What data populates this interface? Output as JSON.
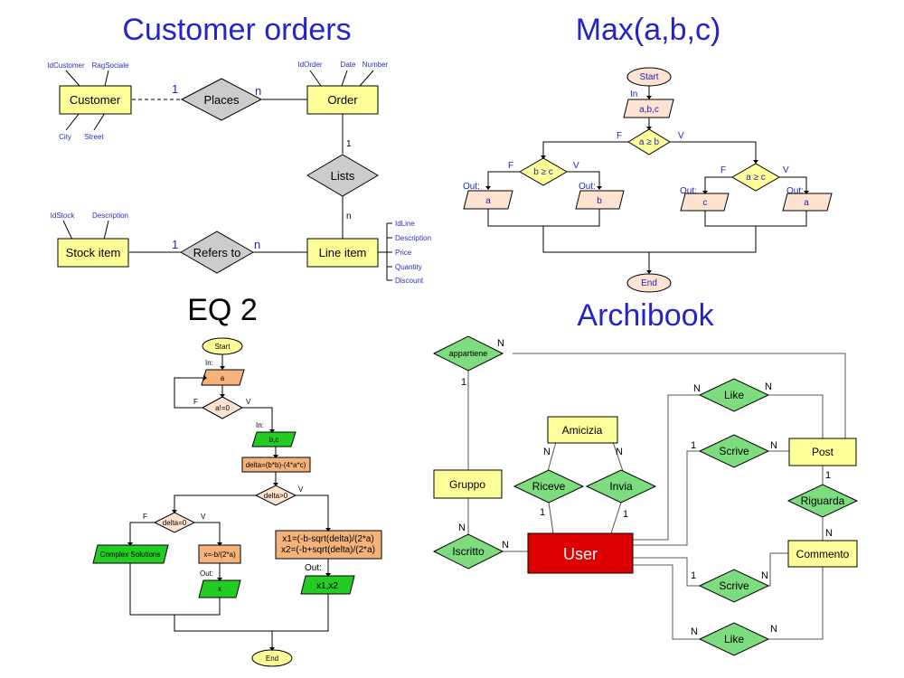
{
  "titles": {
    "customer_orders": "Customer orders",
    "max_abc": "Max(a,b,c)",
    "eq2": "EQ 2",
    "archibook": "Archibook"
  },
  "customer_orders": {
    "entities": {
      "customer": "Customer",
      "order": "Order",
      "stock_item": "Stock item",
      "line_item": "Line item"
    },
    "relations": {
      "places": "Places",
      "lists": "Lists",
      "refers_to": "Refers to"
    },
    "attributes": {
      "customer_top": [
        "IdCustomer",
        "RagSociale"
      ],
      "customer_bottom": [
        "City",
        "Street"
      ],
      "order": [
        "IdOrder",
        "Date",
        "Number"
      ],
      "stock_item": [
        "IdStock",
        "Description"
      ],
      "line_item": [
        "IdLine",
        "Description",
        "Price",
        "Quantity",
        "Discount"
      ]
    },
    "cardinalities": {
      "places_customer": "1",
      "places_order": "n",
      "lists_order": "1",
      "lists_line": "n",
      "refers_stock": "1",
      "refers_line": "n"
    }
  },
  "max_flow": {
    "start": "Start",
    "in_label": "In",
    "input": "a,b,c",
    "cond_main": "a ≥ b",
    "cond_left": "b ≥ c",
    "cond_right": "a ≥ c",
    "false": "F",
    "true": "V",
    "out_label": "Out:",
    "outputs": [
      "a",
      "b",
      "c",
      "a"
    ],
    "end": "End"
  },
  "eq2": {
    "start": "Start",
    "in1": "In:",
    "input_a": "a",
    "cond_a": "a!=0",
    "false": "F",
    "true": "V",
    "in2": "In:",
    "input_bc": "b,c",
    "delta": "delta=(b*b)-(4*a*c)",
    "cond_delta_pos": "delta>0",
    "cond_delta_zero": "delta=0",
    "complex": "Complex Solutions",
    "x_formula": "x=-b/(2*a)",
    "out1": "Out:",
    "x_out": "x",
    "x12_formula_1": "x1=(-b-sqrt(delta)/(2*a)",
    "x12_formula_2": "x2=(-b+sqrt(delta)/(2*a)",
    "out2": "Out:",
    "x12_out": "x1,x2",
    "end": "End"
  },
  "archibook": {
    "entities": {
      "user": "User",
      "gruppo": "Gruppo",
      "amicizia": "Amicizia",
      "post": "Post",
      "commento": "Commento"
    },
    "relations": {
      "appartiene": "appartiene",
      "iscritto": "Iscritto",
      "riceve": "Riceve",
      "invia": "Invia",
      "like_top": "Like",
      "scrive_top": "Scrive",
      "riguarda": "Riguarda",
      "scrive_bottom": "Scrive",
      "like_bottom": "Like"
    },
    "cardinalities": {
      "appartiene_right": "N",
      "appartiene_gruppo": "1",
      "iscritto_gruppo": "N",
      "iscritto_user": "N",
      "amicizia_riceve": "N",
      "amicizia_invia": "N",
      "riceve_user": "1",
      "invia_user": "1",
      "like_top_left": "N",
      "like_top_right": "N",
      "scrive_top_left": "1",
      "scrive_top_right": "N",
      "riguarda_post": "1",
      "riguarda_commento": "N",
      "scrive_bottom_left": "1",
      "scrive_bottom_right": "N",
      "like_bottom_left": "N",
      "like_bottom_right": "N"
    },
    "colors": {
      "user_fill": "#dd0000",
      "user_text": "#ffffff"
    }
  }
}
